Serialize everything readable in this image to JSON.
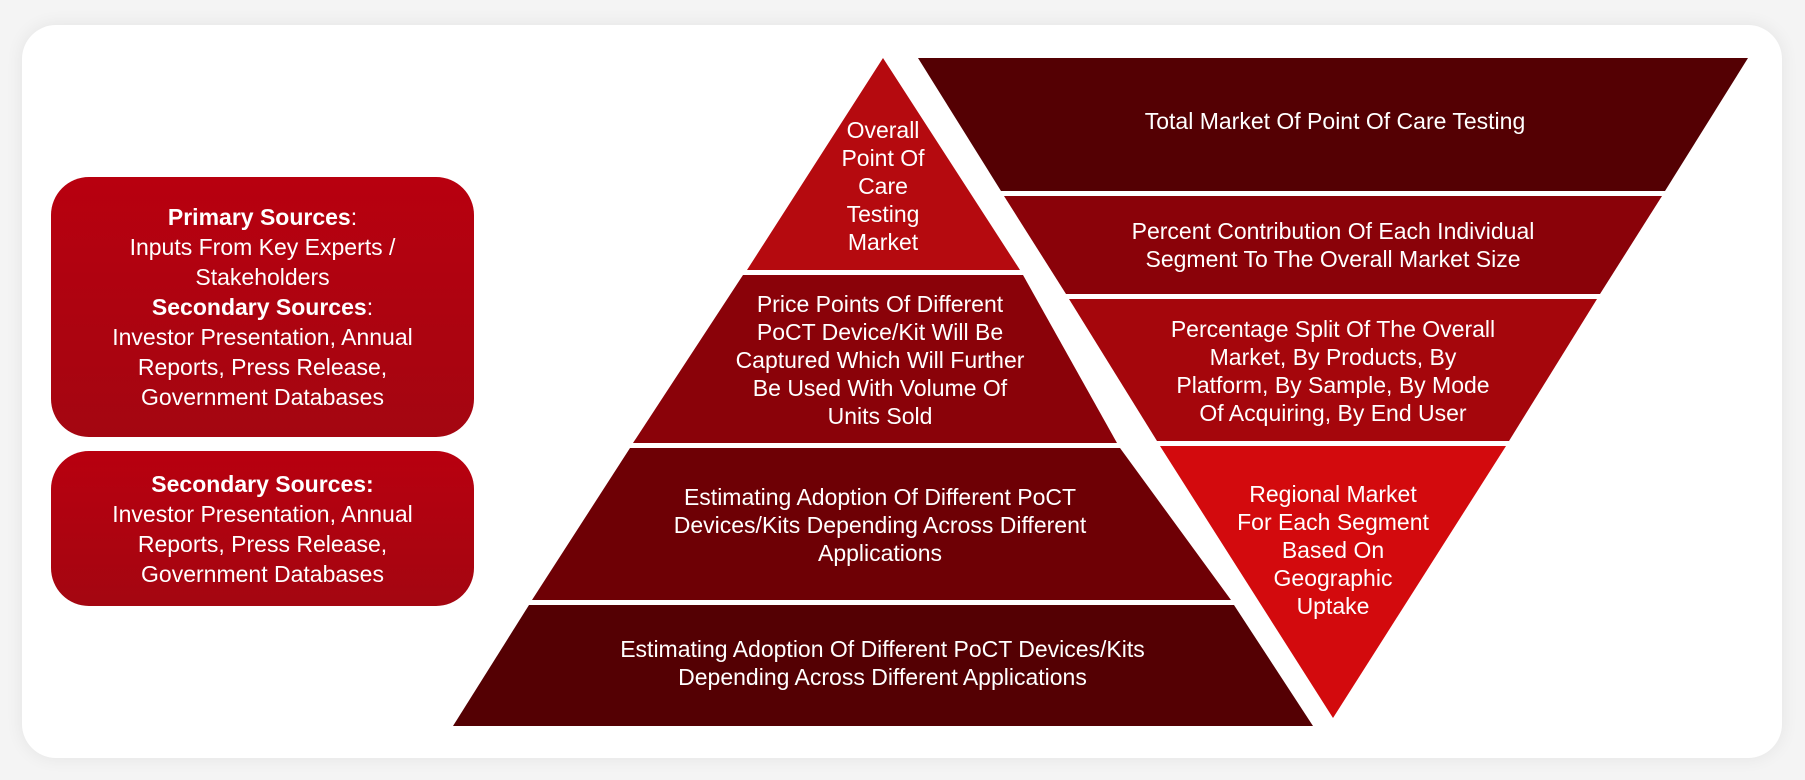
{
  "colors": {
    "card": "#ffffff",
    "box": "#b0000e",
    "tier_bright": "#b50a0f",
    "tier_mid": "#8a0209",
    "tier_dark": "#6e0005",
    "tier_darkest": "#540003",
    "inv_bright": "#d30a0d"
  },
  "sources": {
    "box1": {
      "primary_title": "Primary Sources",
      "primary_suffix": ":",
      "primary_lines": [
        "Inputs From Key Experts /",
        "Stakeholders"
      ],
      "secondary_title": "Secondary Sources",
      "secondary_suffix": ":",
      "secondary_lines": [
        "Investor Presentation, Annual",
        "Reports, Press Release,",
        "Government Databases"
      ]
    },
    "box2": {
      "secondary_title": "Secondary Sources:",
      "secondary_lines": [
        "Investor Presentation, Annual",
        "Reports, Press Release,",
        "Government Databases"
      ]
    }
  },
  "pyramid": [
    {
      "lines": [
        "Overall",
        "Point Of",
        "Care",
        "Testing",
        "Market"
      ]
    },
    {
      "lines": [
        "Price Points Of Different",
        "PoCT Device/Kit Will Be",
        "Captured Which Will Further",
        "Be Used With Volume Of",
        "Units Sold"
      ]
    },
    {
      "lines": [
        "Estimating Adoption Of Different PoCT",
        "Devices/Kits Depending Across Different",
        "Applications"
      ]
    },
    {
      "lines": [
        "Estimating Adoption Of Different PoCT Devices/Kits",
        "Depending Across Different Applications"
      ]
    }
  ],
  "inverted": [
    {
      "lines": [
        "Total Market Of Point Of Care Testing"
      ]
    },
    {
      "lines": [
        "Percent Contribution Of Each Individual",
        "Segment To The Overall Market Size"
      ]
    },
    {
      "lines": [
        "Percentage Split Of The Overall",
        "Market, By Products, By",
        "Platform, By Sample, By Mode",
        "Of Acquiring, By End User"
      ]
    },
    {
      "lines": [
        "Regional Market",
        "For Each Segment",
        "Based On",
        "Geographic",
        "Uptake"
      ]
    }
  ]
}
